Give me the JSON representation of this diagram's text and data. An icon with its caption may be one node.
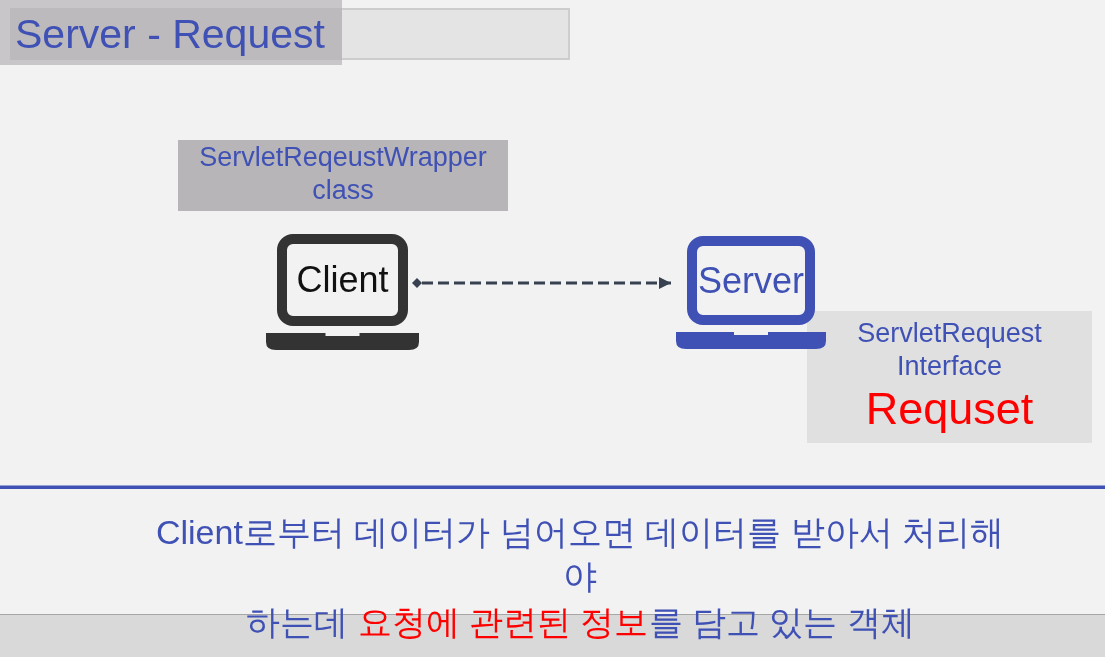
{
  "diagram": {
    "title": "Server - Request",
    "nodes": [
      {
        "text": [
          "ServletReqeustWrapper class"
        ]
      },
      {
        "text": [
          "Client"
        ]
      },
      {
        "text": [
          "Server"
        ]
      },
      {
        "text": [
          "ServletRequest Interface",
          "Requset"
        ]
      }
    ],
    "edges": [
      {
        "from": 1,
        "to": 2,
        "arrow": "to",
        "style": "dashed"
      }
    ],
    "labels": [
      "Client로부터 데이터가 넘어오면 데이터를 받아서 처리해야",
      "하는데",
      "요청에 관련된 정보",
      "를 담고 있는 객체"
    ]
  }
}
